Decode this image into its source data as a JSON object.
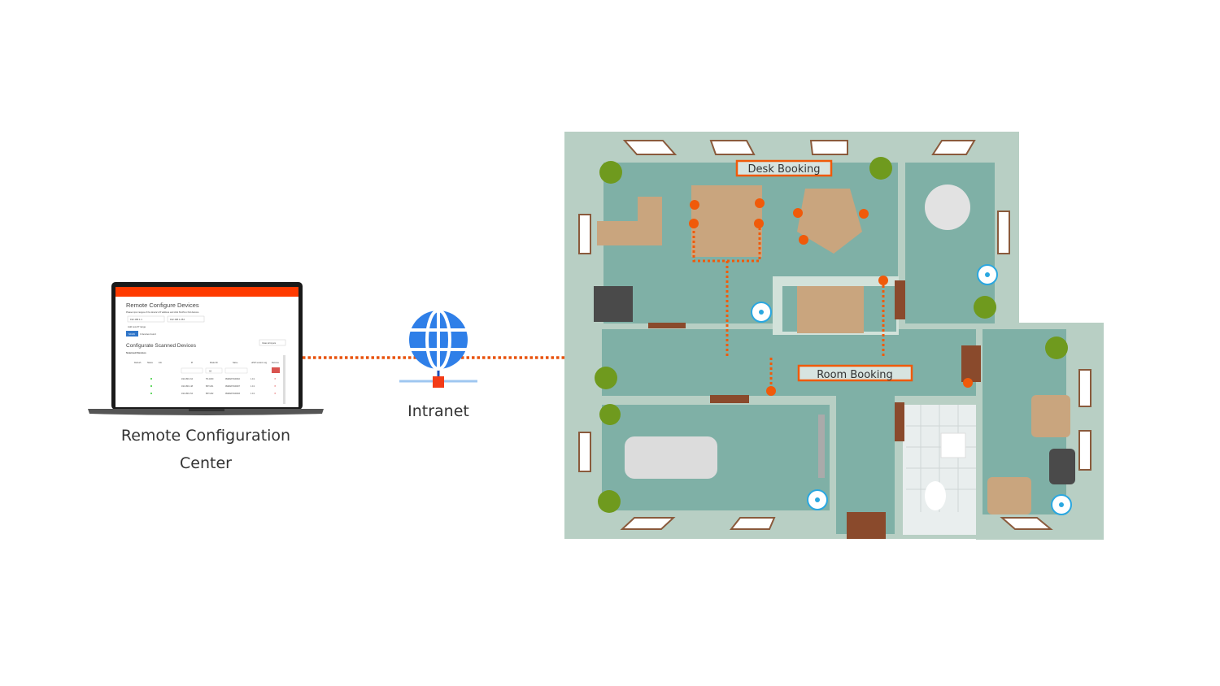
{
  "laptop": {
    "label_line1": "Remote Configuration",
    "label_line2": "Center",
    "screen": {
      "title": "Remote Configure Devices",
      "instructions": "Please input ranges of the device's IP address and click SCAN to find devices.",
      "ip_from": "192.168.1.1",
      "ip_to": "192.168.1.254",
      "add_range": "Add new IP range",
      "scan_button": "SCAN",
      "found": "3 devices found",
      "section_title": "Configurate Scanned Devices",
      "clear_button": "Clear all inputs",
      "scanned_label": "Scanned Devices",
      "columns": [
        "Refresh",
        "Status",
        "Info",
        "IP",
        "Model ID",
        "Name",
        "uPnP version",
        "Log",
        "Remove"
      ],
      "filter_select": "All",
      "rows": [
        {
          "ip": "192.168.1.64",
          "model": "TD-1000",
          "name": "0M20207100010",
          "ver": "1.0.1"
        },
        {
          "ip": "192.168.1.48",
          "model": "BXT-201",
          "name": "0M20207100007",
          "ver": "1.0.1"
        },
        {
          "ip": "192.168.1.54",
          "model": "BXT-202",
          "name": "0M20207100003",
          "ver": "1.0.1"
        }
      ],
      "header_color": "#ff3a00"
    }
  },
  "network": {
    "label": "Intranet",
    "link_color": "#e8530e",
    "globe_color": "#2f7fe8"
  },
  "floorplan": {
    "desk_booking_label": "Desk Booking",
    "room_booking_label": "Room Booking",
    "floor_color": "#7fb0a6",
    "wall_color": "#b8cfc4",
    "accent_color": "#f05a0a"
  }
}
